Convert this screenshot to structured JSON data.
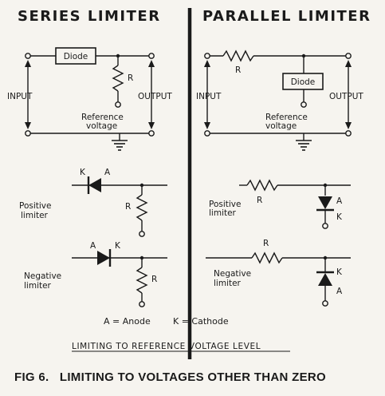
{
  "series": {
    "title": "SERIES LIMITER",
    "diode_label": "Diode",
    "resistor_label": "R",
    "input_label": "INPUT",
    "output_label": "OUTPUT",
    "ref_line1": "Reference",
    "ref_line2": "voltage",
    "positive": {
      "label_line1": "Positive",
      "label_line2": "limiter",
      "k": "K",
      "a": "A",
      "r": "R"
    },
    "negative": {
      "label_line1": "Negative",
      "label_line2": "limiter",
      "a": "A",
      "k": "K",
      "r": "R"
    }
  },
  "parallel": {
    "title": "PARALLEL LIMITER",
    "diode_label": "Diode",
    "resistor_label": "R",
    "input_label": "INPUT",
    "output_label": "OUTPUT",
    "ref_line1": "Reference",
    "ref_line2": "voltage",
    "positive": {
      "label_line1": "Positive",
      "label_line2": "limiter",
      "r": "R",
      "a": "A",
      "k": "K"
    },
    "negative": {
      "label_line1": "Negative",
      "label_line2": "limiter",
      "r": "R",
      "k": "K",
      "a": "A"
    }
  },
  "legend": {
    "anode": "A = Anode",
    "cathode": "K = Cathode"
  },
  "caption": "LIMITING TO REFERENCE VOLTAGE LEVEL",
  "figure_title": "FIG 6.   LIMITING TO VOLTAGES OTHER THAN ZERO"
}
